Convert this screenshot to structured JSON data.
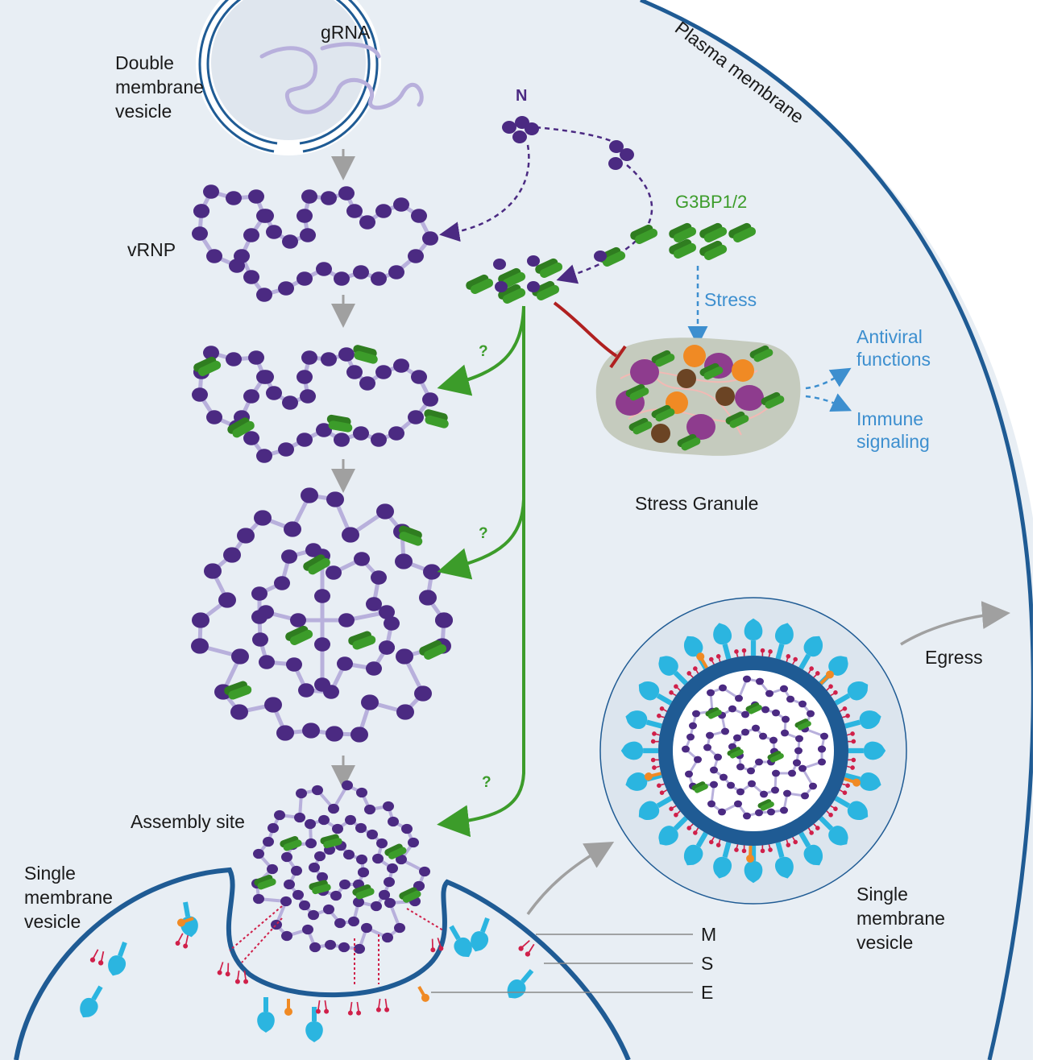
{
  "labels": {
    "grna": "gRNA",
    "dmv_line1": "Double",
    "dmv_line2": "membrane",
    "dmv_line3": "vesicle",
    "n": "N",
    "plasma_membrane": "Plasma membrane",
    "vrnp": "vRNP",
    "g3bp": "G3BP1/2",
    "stress": "Stress",
    "antiviral_line1": "Antiviral",
    "antiviral_line2": "functions",
    "immune_line1": "Immune",
    "immune_line2": "signaling",
    "stress_granule": "Stress Granule",
    "q1": "?",
    "q2": "?",
    "q3": "?",
    "assembly_site": "Assembly site",
    "smv_left_line1": "Single",
    "smv_left_line2": "membrane",
    "smv_left_line3": "vesicle",
    "egress": "Egress",
    "smv_right_line1": "Single",
    "smv_right_line2": "membrane",
    "smv_right_line3": "vesicle",
    "m": "M",
    "s": "S",
    "e": "E"
  },
  "colors": {
    "cytoplasm": "#e8eef4",
    "membrane": "#1f5b94",
    "nucleocapsid": "#4b2a82",
    "g3bp": "#3c9c2a",
    "stress_blue": "#3d8fcf",
    "inhibition": "#b02020",
    "spike": "#2bb5e0",
    "membrane_protein": "#d0204a",
    "envelope": "#f08a24",
    "arrow_grey": "#a0a0a0"
  }
}
